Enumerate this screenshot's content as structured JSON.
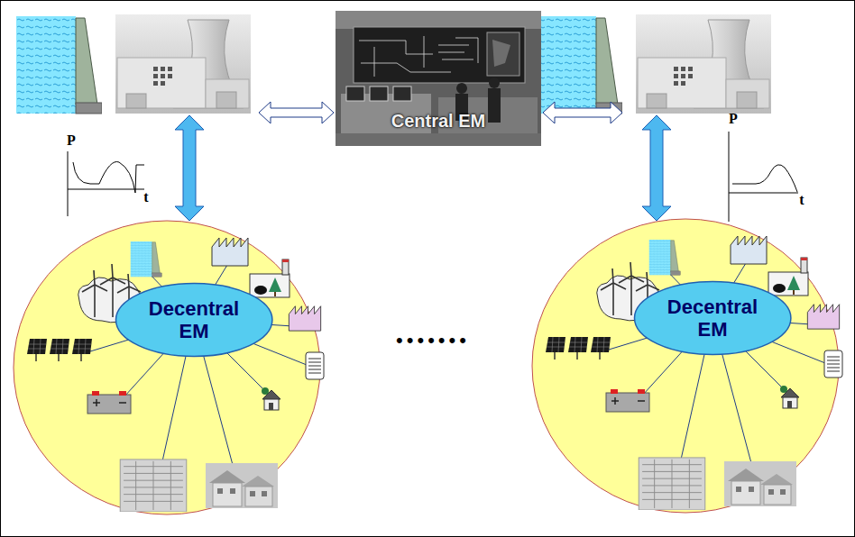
{
  "diagram": {
    "nodes": [
      {
        "text": [
          "Central EM"
        ]
      },
      {
        "text": [
          "Decentral EM"
        ]
      },
      {
        "text": [
          "Decentral EM"
        ]
      }
    ],
    "labels": [
      "P",
      "t",
      "P",
      "t",
      "•••••••"
    ]
  }
}
